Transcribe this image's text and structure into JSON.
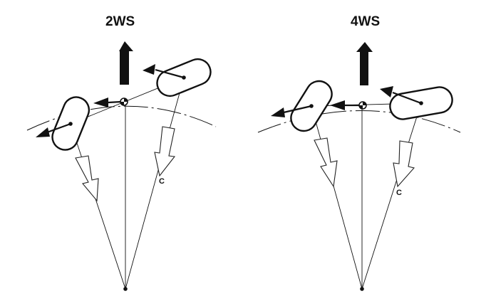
{
  "panels": [
    {
      "title": "2WS",
      "center_label": "C"
    },
    {
      "title": "4WS",
      "center_label": "C"
    }
  ],
  "colors": {
    "ink": "#111111",
    "paper": "#ffffff"
  }
}
